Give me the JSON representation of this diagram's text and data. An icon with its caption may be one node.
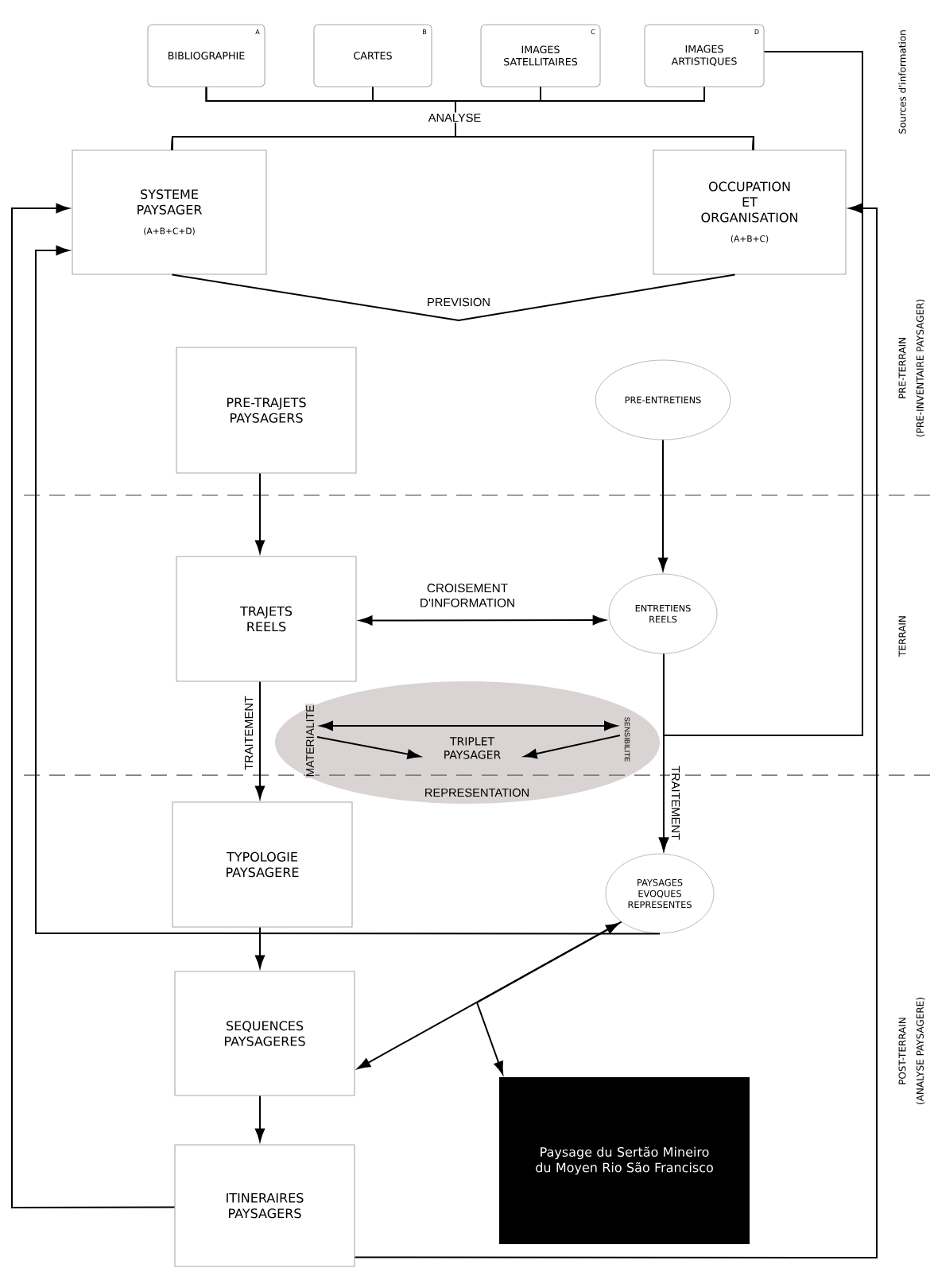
{
  "diagram": {
    "nodes": [
      {
        "text": [
          "BIBLIOGRAPHIE",
          "A"
        ]
      },
      {
        "text": [
          "CARTES",
          "B"
        ]
      },
      {
        "text": [
          "IMAGES SATELLITAIRES",
          "C"
        ]
      },
      {
        "text": [
          "IMAGES ARTISTIQUES",
          "D"
        ]
      },
      {
        "text": [
          "SYSTEME PAYSAGER",
          "(A+B+C+D)"
        ]
      },
      {
        "text": [
          "OCCUPATION ET ORGANISATION",
          "(A+B+C)"
        ]
      },
      {
        "text": [
          "PRE-TRAJETS PAYSAGERS"
        ]
      },
      {
        "text": [
          "PRE-ENTRETIENS"
        ]
      },
      {
        "text": [
          "TRAJETS REELS"
        ]
      },
      {
        "text": [
          "ENTRETIENS REELS"
        ]
      },
      {
        "text": [
          "REPRESENTATION"
        ]
      },
      {
        "text": [
          "TRIPLET PAYSAGER"
        ],
        "in": 10
      },
      {
        "text": [
          "MATERIALITE"
        ],
        "in": 10
      },
      {
        "text": [
          "SENSIBILITE"
        ],
        "in": 10
      },
      {
        "text": [
          "TYPOLOGIE PAYSAGERE"
        ]
      },
      {
        "text": [
          "PAYSAGES EVOQUES REPRESENTES"
        ]
      },
      {
        "text": [
          "SEQUENCES PAYSAGERES"
        ]
      },
      {
        "text": [
          "Paysage du Sertão Mineiro du Moyen Rio São Francisco"
        ]
      },
      {
        "text": [
          "ITINERAIRES PAYSAGERS"
        ]
      }
    ],
    "edges": [
      {
        "from": 0,
        "to": 4,
        "arrow": "none"
      },
      {
        "from": 0,
        "to": 5,
        "arrow": "none"
      },
      {
        "from": 1,
        "to": 4,
        "arrow": "none"
      },
      {
        "from": 1,
        "to": 5,
        "arrow": "none"
      },
      {
        "from": 2,
        "to": 4,
        "arrow": "none"
      },
      {
        "from": 2,
        "to": 5,
        "arrow": "none"
      },
      {
        "from": 3,
        "to": 4,
        "arrow": "none"
      },
      {
        "from": 3,
        "to": 5,
        "arrow": "none"
      },
      {
        "from": 4,
        "to": 5,
        "arrow": "none",
        "label": "PREVISION"
      },
      {
        "from": 3,
        "to": 15,
        "arrow": "to"
      },
      {
        "from": 6,
        "to": 8,
        "arrow": "to"
      },
      {
        "from": 7,
        "to": 9,
        "arrow": "to"
      },
      {
        "from": 8,
        "to": 9,
        "arrow": "both",
        "label": "CROISEMENT D'INFORMATION"
      },
      {
        "from": 8,
        "to": 14,
        "arrow": "to",
        "label": "TRAITEMENT"
      },
      {
        "from": 9,
        "to": 15,
        "arrow": "to",
        "label": "TRAITEMENT"
      },
      {
        "from": 12,
        "to": 13,
        "arrow": "both"
      },
      {
        "from": 12,
        "to": 11,
        "arrow": "to"
      },
      {
        "from": 13,
        "to": 11,
        "arrow": "to"
      },
      {
        "from": 14,
        "to": 16,
        "arrow": "to"
      },
      {
        "from": 15,
        "to": 4,
        "arrow": "to"
      },
      {
        "from": 16,
        "to": 15,
        "arrow": "both"
      },
      {
        "from": 15,
        "to": 17,
        "arrow": "to"
      },
      {
        "from": 16,
        "to": 18,
        "arrow": "to"
      },
      {
        "from": 18,
        "to": 4,
        "arrow": "to"
      },
      {
        "from": 18,
        "to": 5,
        "arrow": "to"
      }
    ],
    "labels": [
      "ANALYSE",
      "Sources d'information",
      "PRE-TERRAIN",
      "(PRE-INVENTAIRE PAYSAGER)",
      "TERRAIN",
      "POST-TERRAIN",
      "(ANALYSE PAYSAGERE)"
    ]
  }
}
